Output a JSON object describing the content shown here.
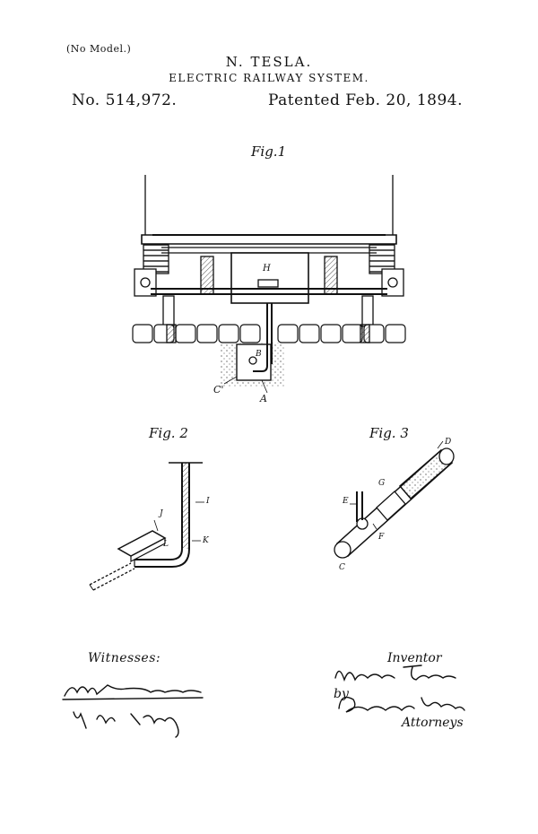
{
  "header": {
    "model_note": "(No Model.)",
    "inventor": "N. TESLA.",
    "title": "ELECTRIC RAILWAY SYSTEM.",
    "patent_number": "No. 514,972.",
    "patent_date": "Patented Feb. 20, 1894."
  },
  "figures": {
    "fig1": {
      "caption": "Fig.1",
      "labels": {
        "H": "H",
        "B": "B",
        "C_prime": "C'",
        "A": "A"
      }
    },
    "fig2": {
      "caption": "Fig. 2",
      "labels": {
        "J": "J",
        "I": "I",
        "L": "L",
        "K": "K"
      }
    },
    "fig3": {
      "caption": "Fig. 3",
      "labels": {
        "D": "D",
        "G": "G",
        "E": "E",
        "F": "F",
        "C": "C"
      }
    }
  },
  "signatures": {
    "witnesses_label": "Witnesses:",
    "inventor_label": "Inventor",
    "by": "by",
    "attorneys": "Attorneys"
  }
}
